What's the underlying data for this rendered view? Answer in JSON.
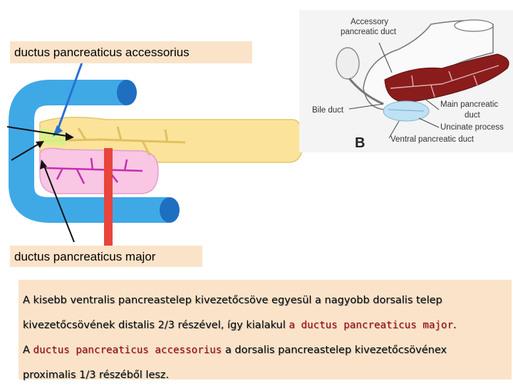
{
  "labels": {
    "accessory_duct": "ductus pancreaticus accessorius",
    "main_duct": "ductus pancreaticus major"
  },
  "right_figure": {
    "accessory_label_line1": "Accessory",
    "accessory_label_line2": "pancreatic duct",
    "bile_duct": "Bile duct",
    "main_label_line1": "Main pancreatic",
    "main_label_line2": "duct",
    "uncinate": "Uncinate process",
    "ventral": "Ventral pancreatic duct",
    "panel_letter": "B"
  },
  "caption": {
    "line1_a": "A kisebb ventralis pancreastelep kivezetőcsöve egyesül a nagyobb dorsalis telep",
    "line2_a": "kivezetőcsövének distalis 2/3 részével, így kialakul",
    "line2_highlight": "a ductus pancreaticus major",
    "line2_end": ".",
    "line3_start": "A",
    "line3_highlight": "ductus pancreaticus accessorius",
    "line3_rest": "a dorsalis pancreastelep kivezetőcsövénex",
    "line4": "proximalis 1/3 részéből lesz."
  },
  "colors": {
    "duodenum": "#3fa9e6",
    "dorsal_pancreas": "#fbe39a",
    "ventral_pancreas": "#f9c6e3",
    "ducts": "#c22fb0",
    "red_bar": "#e8453c",
    "caption_bg": "#fbe3c9",
    "highlight": "#a30000"
  }
}
